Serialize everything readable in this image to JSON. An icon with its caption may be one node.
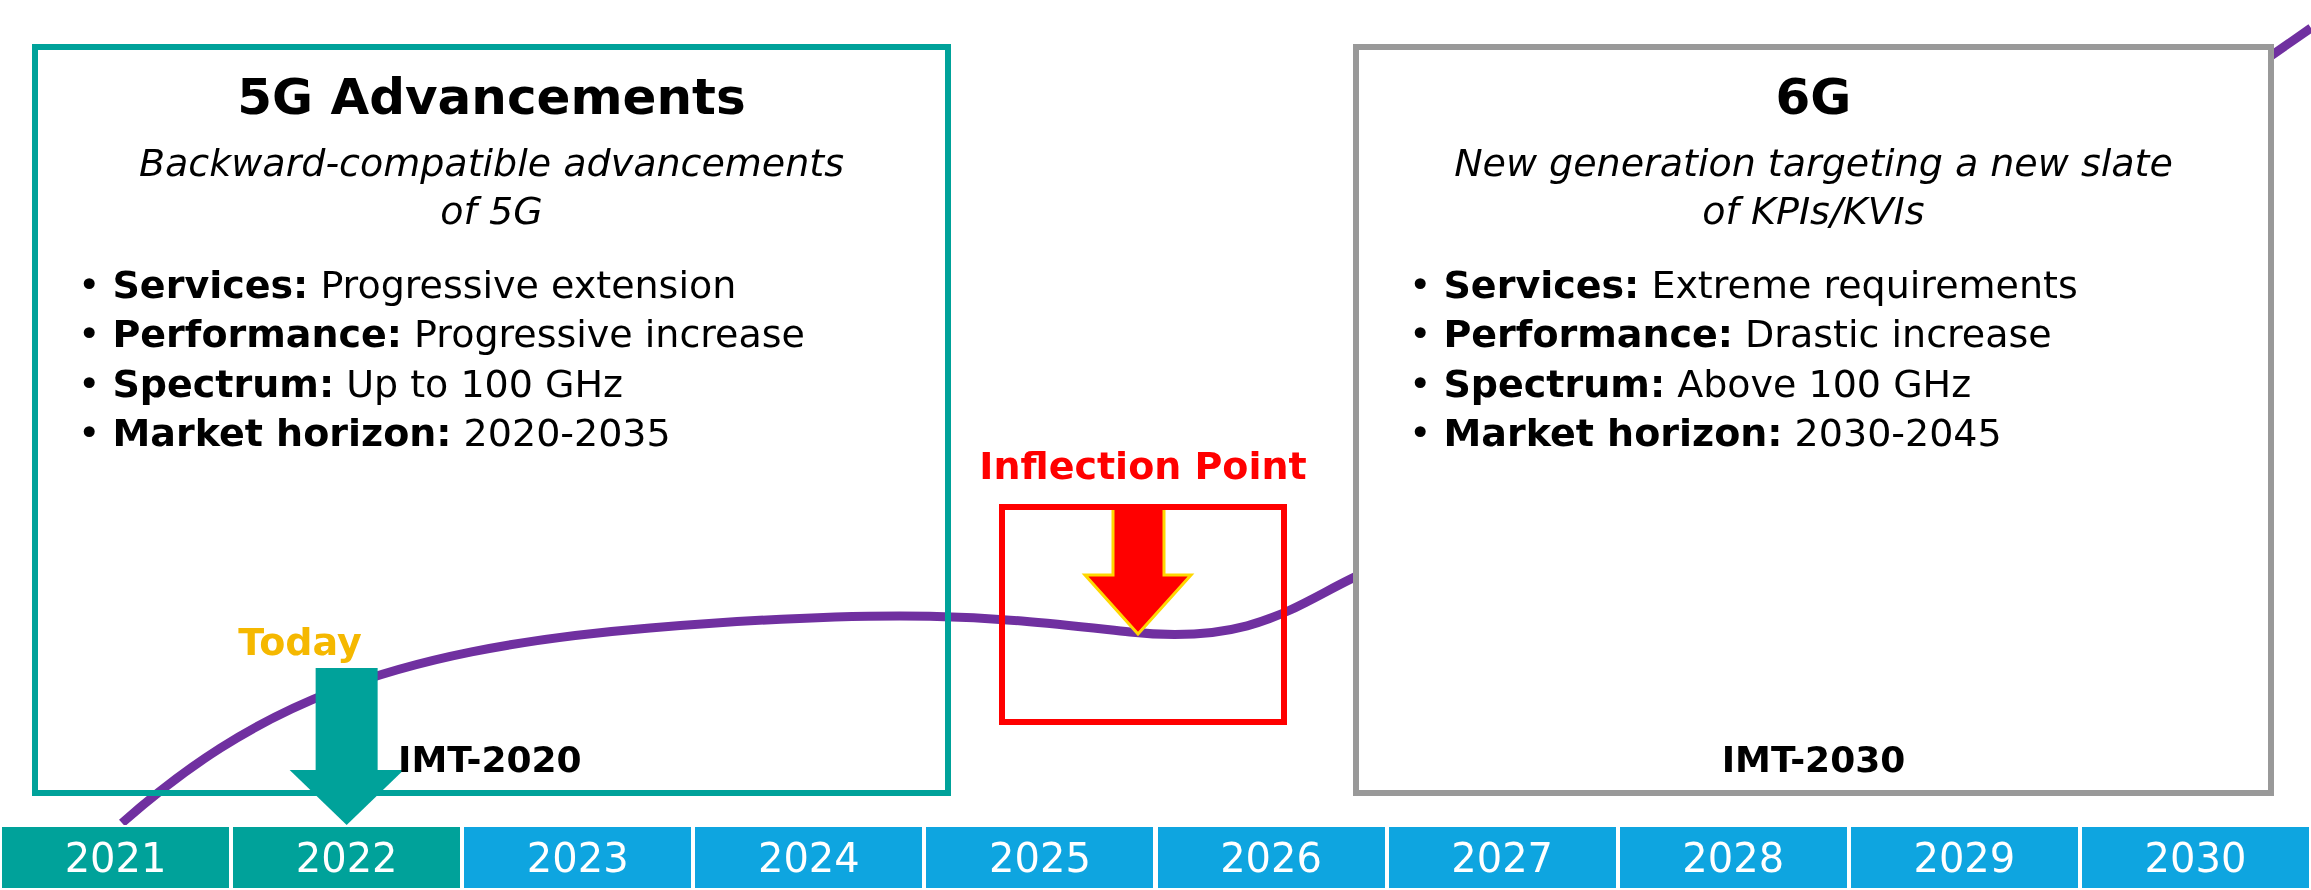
{
  "diagram": {
    "nodes": [
      {
        "text": [
          "5G Advancements",
          "Backward-compatible advancements of 5G",
          "• **Services:** Progressive extension",
          "• **Performance:** Progressive increase",
          "• **Spectrum:** Up to 100 GHz",
          "• **Market horizon:** 2020-2035",
          "IMT-2020"
        ]
      },
      {
        "text": [
          "6G",
          "New generation targeting a new slate of KPIs/KVIs",
          "• **Services:** Extreme requirements",
          "• **Performance:** Drastic increase",
          "• **Spectrum:** Above 100 GHz",
          "• **Market horizon:** 2030-2045",
          "IMT-2030"
        ]
      },
      {
        "text": [
          "Inflection Point"
        ]
      },
      {
        "text": [
          "Today"
        ],
        "in": 0
      },
      {
        "text": [
          "2021"
        ]
      },
      {
        "text": [
          "2022"
        ]
      },
      {
        "text": [
          "2023"
        ]
      },
      {
        "text": [
          "2024"
        ]
      },
      {
        "text": [
          "2025"
        ]
      },
      {
        "text": [
          "2026"
        ]
      },
      {
        "text": [
          "2027"
        ]
      },
      {
        "text": [
          "2028"
        ]
      },
      {
        "text": [
          "2029"
        ]
      },
      {
        "text": [
          "2030"
        ]
      }
    ],
    "edges": [
      {
        "from": 3,
        "to": 5,
        "arrow": "to"
      }
    ]
  }
}
